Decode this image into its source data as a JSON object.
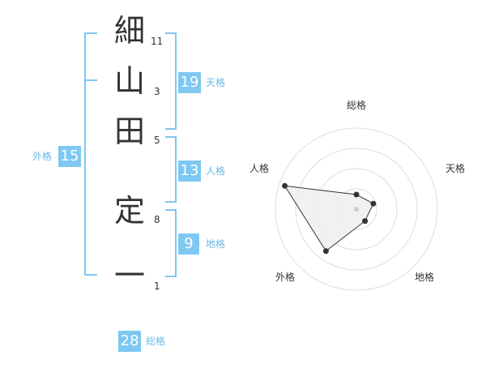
{
  "name_chars": [
    {
      "char": "細",
      "strokes": "11"
    },
    {
      "char": "山",
      "strokes": "3"
    },
    {
      "char": "田",
      "strokes": "5"
    },
    {
      "char": "定",
      "strokes": "8"
    },
    {
      "char": "一",
      "strokes": "1"
    }
  ],
  "fortunes": {
    "tenkaku": {
      "value": "19",
      "label": "天格"
    },
    "jinkaku": {
      "value": "13",
      "label": "人格"
    },
    "chikaku": {
      "value": "9",
      "label": "地格"
    },
    "gaikaku": {
      "value": "15",
      "label": "外格"
    },
    "soukaku": {
      "value": "28",
      "label": "総格"
    }
  },
  "colors": {
    "accent": "#7ec8f2",
    "text": "#333333",
    "grid": "#dddddd"
  },
  "chart_data": {
    "type": "radar",
    "axes": [
      "総格",
      "天格",
      "地格",
      "外格",
      "人格"
    ],
    "values": [
      0.18,
      0.22,
      0.18,
      0.64,
      0.93
    ],
    "rings": 4,
    "range": [
      0,
      1
    ]
  }
}
